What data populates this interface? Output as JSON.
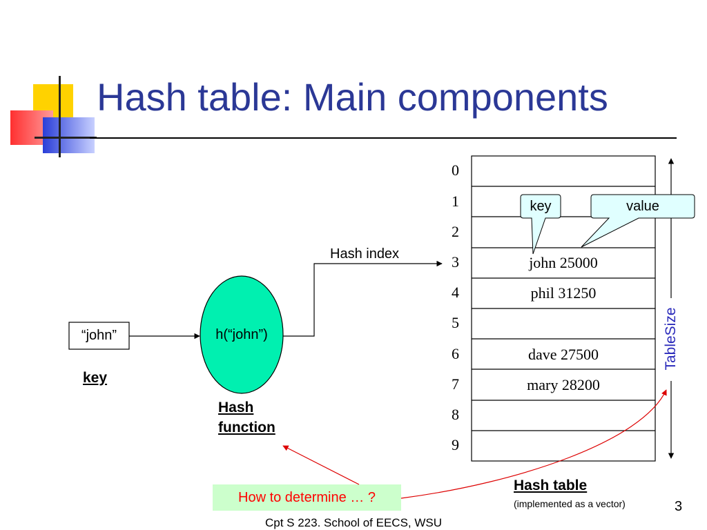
{
  "slide": {
    "title": "Hash table: Main components",
    "footer": "Cpt S 223. School of EECS, WSU",
    "page_number": "3"
  },
  "key_box": {
    "text": "“john”",
    "caption": "key"
  },
  "hash_function": {
    "text": "h(“john”)",
    "caption_line1": "Hash",
    "caption_line2": "function"
  },
  "hash_index_label": "Hash index",
  "table": {
    "indices": [
      "0",
      "1",
      "2",
      "3",
      "4",
      "5",
      "6",
      "7",
      "8",
      "9"
    ],
    "cells": [
      "",
      "",
      "",
      "john 25000",
      "phil 31250",
      "",
      "dave 27500",
      "mary 28200",
      "",
      ""
    ],
    "caption": "Hash table",
    "subcaption": "(implemented as a vector)"
  },
  "callouts": {
    "key": "key",
    "value": "value"
  },
  "table_size_label": "TableSize",
  "question": "How to determine … ?",
  "colors": {
    "title": "#2b3896",
    "ellipse_fill": "#00f0b0",
    "callout_fill": "#e0ffff",
    "question_bg": "#ccffcc",
    "question_text": "#ff0000",
    "arrow_red": "#dd0000",
    "table_size": "#2b2bbb"
  }
}
